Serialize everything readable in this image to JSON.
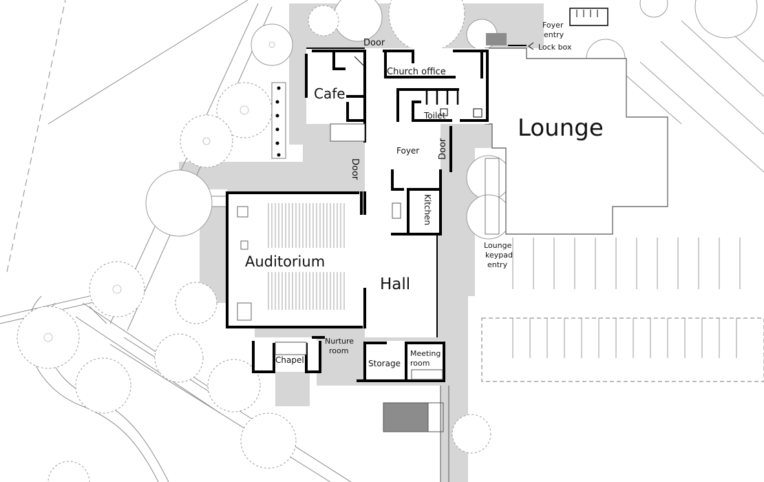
{
  "labels": {
    "cafe": "Cafe",
    "door_top": "Door",
    "church_office": "Church office",
    "toilet": "Toilet",
    "foyer_entry_1": "Foyer",
    "foyer_entry_2": "entry",
    "lock_box": "Lock box",
    "lounge": "Lounge",
    "foyer": "Foyer",
    "door_right": "Door",
    "door_left": "Door",
    "kitchen": "Kitchen",
    "auditorium": "Auditorium",
    "hall": "Hall",
    "lounge_keypad_1": "Lounge",
    "lounge_keypad_2": "keypad",
    "lounge_keypad_3": "entry",
    "nurture_1": "Nurture",
    "nurture_2": "room",
    "chapel": "Chapel",
    "storage": "Storage",
    "meeting_1": "Meeting",
    "meeting_2": "room"
  },
  "colors": {
    "paving": "#d6d6d6",
    "wall": "#000000",
    "linework": "#8a8a8a",
    "dark_structure": "#8c8c8c"
  }
}
